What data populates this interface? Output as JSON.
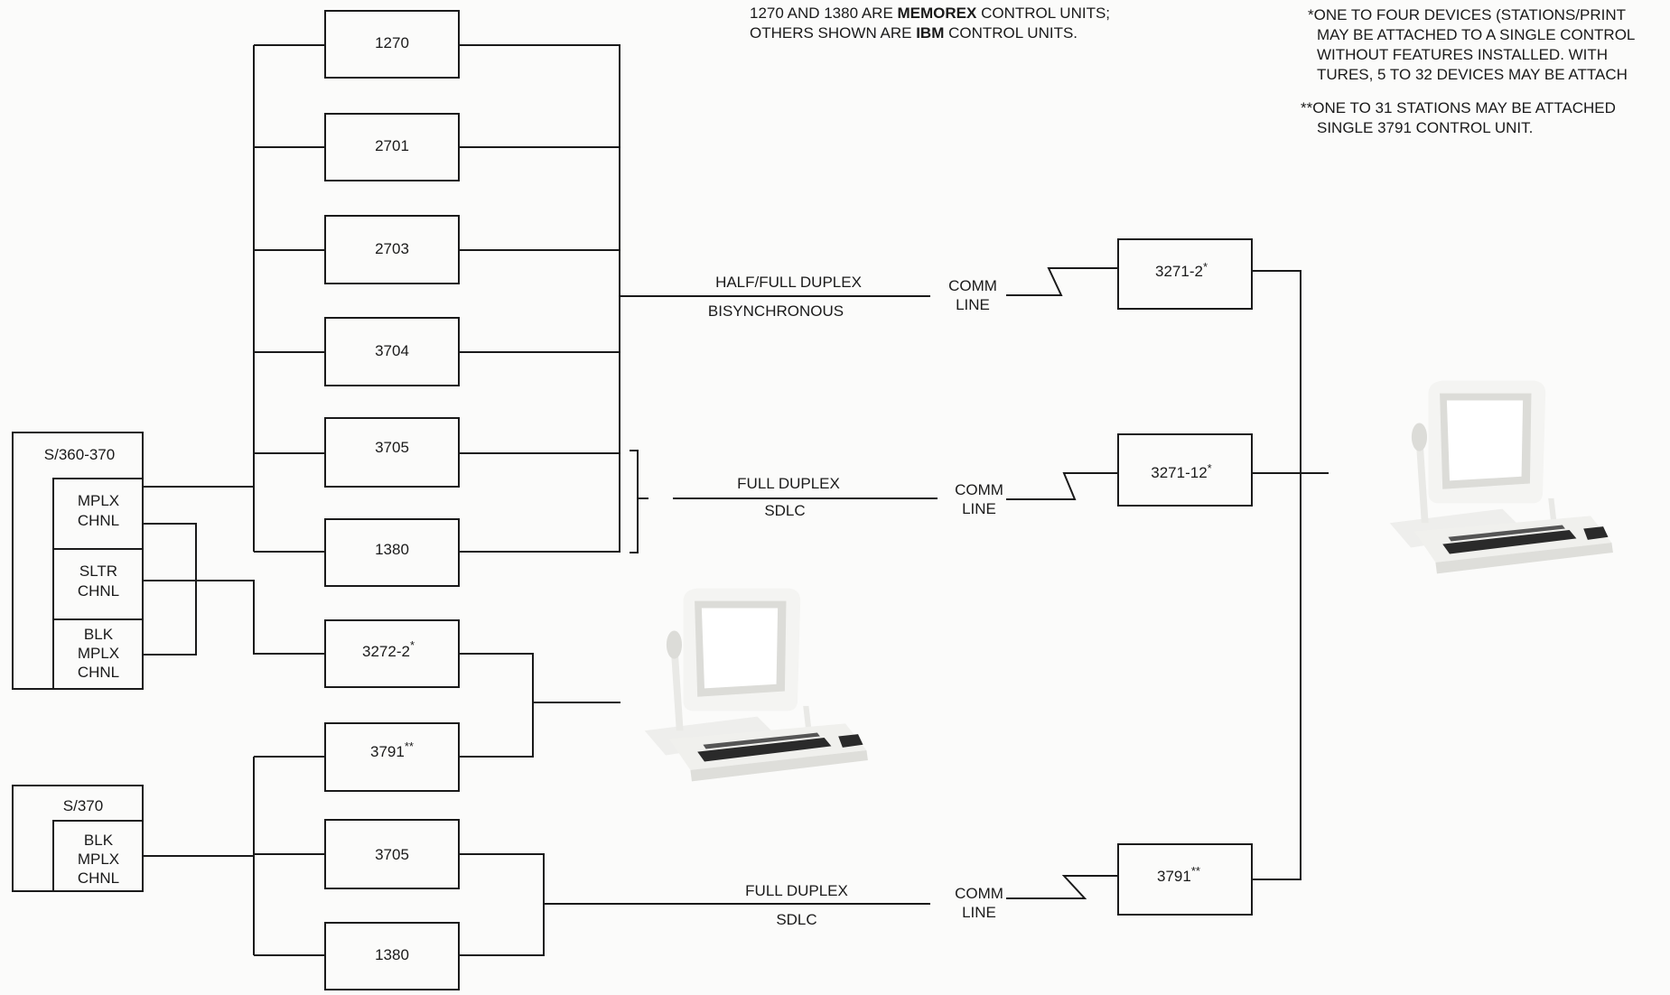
{
  "notes": {
    "vendor_line1_pre": "1270 AND 1380 ARE ",
    "vendor_line1_bold": "MEMOREX",
    "vendor_line1_post": " CONTROL UNITS;",
    "vendor_line2_pre": "OTHERS SHOWN ARE ",
    "vendor_line2_bold": "IBM",
    "vendor_line2_post": " CONTROL UNITS.",
    "single_star_lines": [
      "*ONE TO FOUR DEVICES (STATIONS/PRINT",
      "MAY BE ATTACHED TO A SINGLE CONTROL",
      "WITHOUT  FEATURES  INSTALLED.  WITH",
      "TURES, 5 TO 32 DEVICES MAY BE ATTACH"
    ],
    "double_star_lines": [
      "**ONE TO 31 STATIONS MAY BE ATTACHED",
      "SINGLE 3791 CONTROL UNIT."
    ]
  },
  "hosts": {
    "s360": {
      "title": "S/360-370",
      "channels": [
        [
          "MPLX",
          "CHNL"
        ],
        [
          "SLTR",
          "CHNL"
        ],
        [
          "BLK",
          "MPLX",
          "CHNL"
        ]
      ]
    },
    "s370": {
      "title": "S/370",
      "channels": [
        [
          "BLK",
          "MPLX",
          "CHNL"
        ]
      ]
    }
  },
  "control_units": {
    "cu_1270": "1270",
    "cu_2701": "2701",
    "cu_2703": "2703",
    "cu_3704": "3704",
    "cu_3705a": "3705",
    "cu_1380a": "1380",
    "cu_3272": "3272-2",
    "cu_3791a": "3791",
    "cu_3705b": "3705",
    "cu_1380b": "1380"
  },
  "remote_units": {
    "cu_3271_2": "3271-2",
    "cu_3271_12": "3271-12",
    "cu_3791b": "3791"
  },
  "markers": {
    "single": "*",
    "double": "**"
  },
  "links": [
    {
      "protocol": "HALF/FULL DUPLEX",
      "mode": "BISYNCHRONOUS",
      "line": [
        "COMM",
        "LINE"
      ]
    },
    {
      "protocol": "FULL DUPLEX",
      "mode": "SDLC",
      "line": [
        "COMM",
        "LINE"
      ]
    },
    {
      "protocol": "FULL DUPLEX",
      "mode": "SDLC",
      "line": [
        "COMM",
        "LINE"
      ]
    }
  ]
}
